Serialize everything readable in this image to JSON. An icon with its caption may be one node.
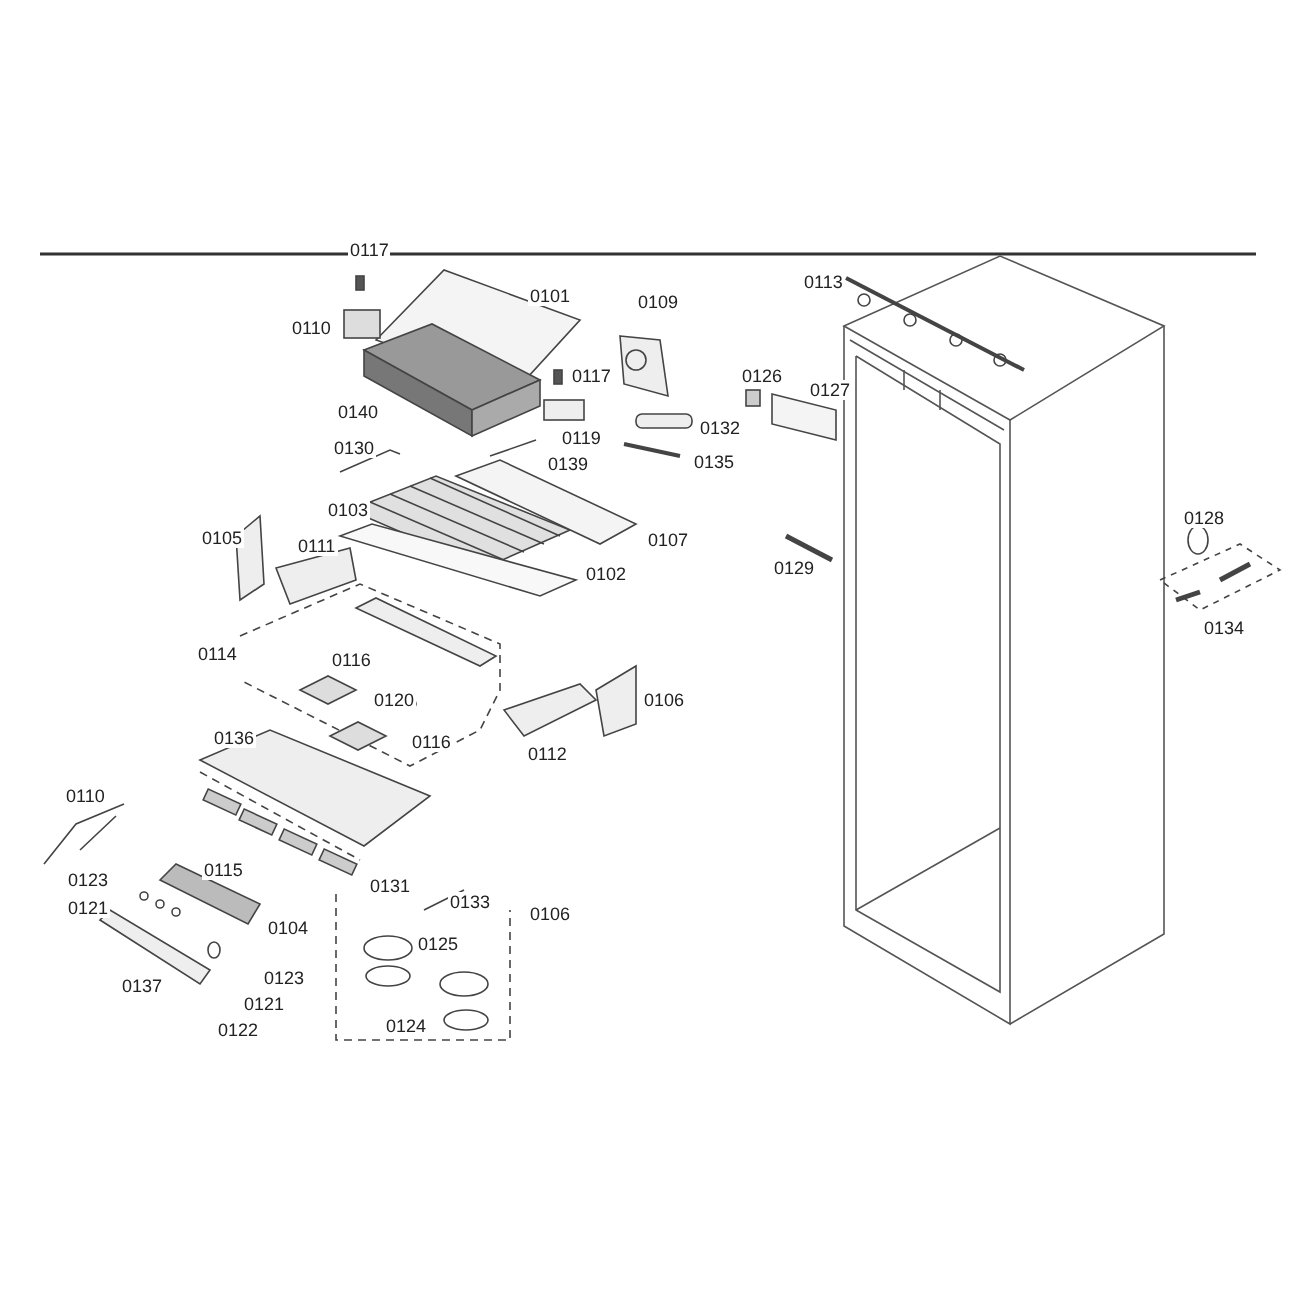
{
  "diagram": {
    "labels": [
      "0117",
      "0101",
      "0113",
      "0110",
      "0109",
      "0117",
      "0140",
      "0126",
      "0127",
      "0119",
      "0132",
      "0130",
      "0139",
      "0135",
      "0103",
      "0105",
      "0128",
      "0111",
      "0107",
      "0102",
      "0129",
      "0134",
      "0114",
      "0116",
      "0120",
      "0106",
      "0116",
      "0112",
      "0136",
      "0110",
      "0115",
      "0131",
      "0133",
      "0106",
      "0123",
      "0121",
      "0104",
      "0125",
      "0123",
      "0137",
      "0121",
      "0122",
      "0124"
    ]
  }
}
